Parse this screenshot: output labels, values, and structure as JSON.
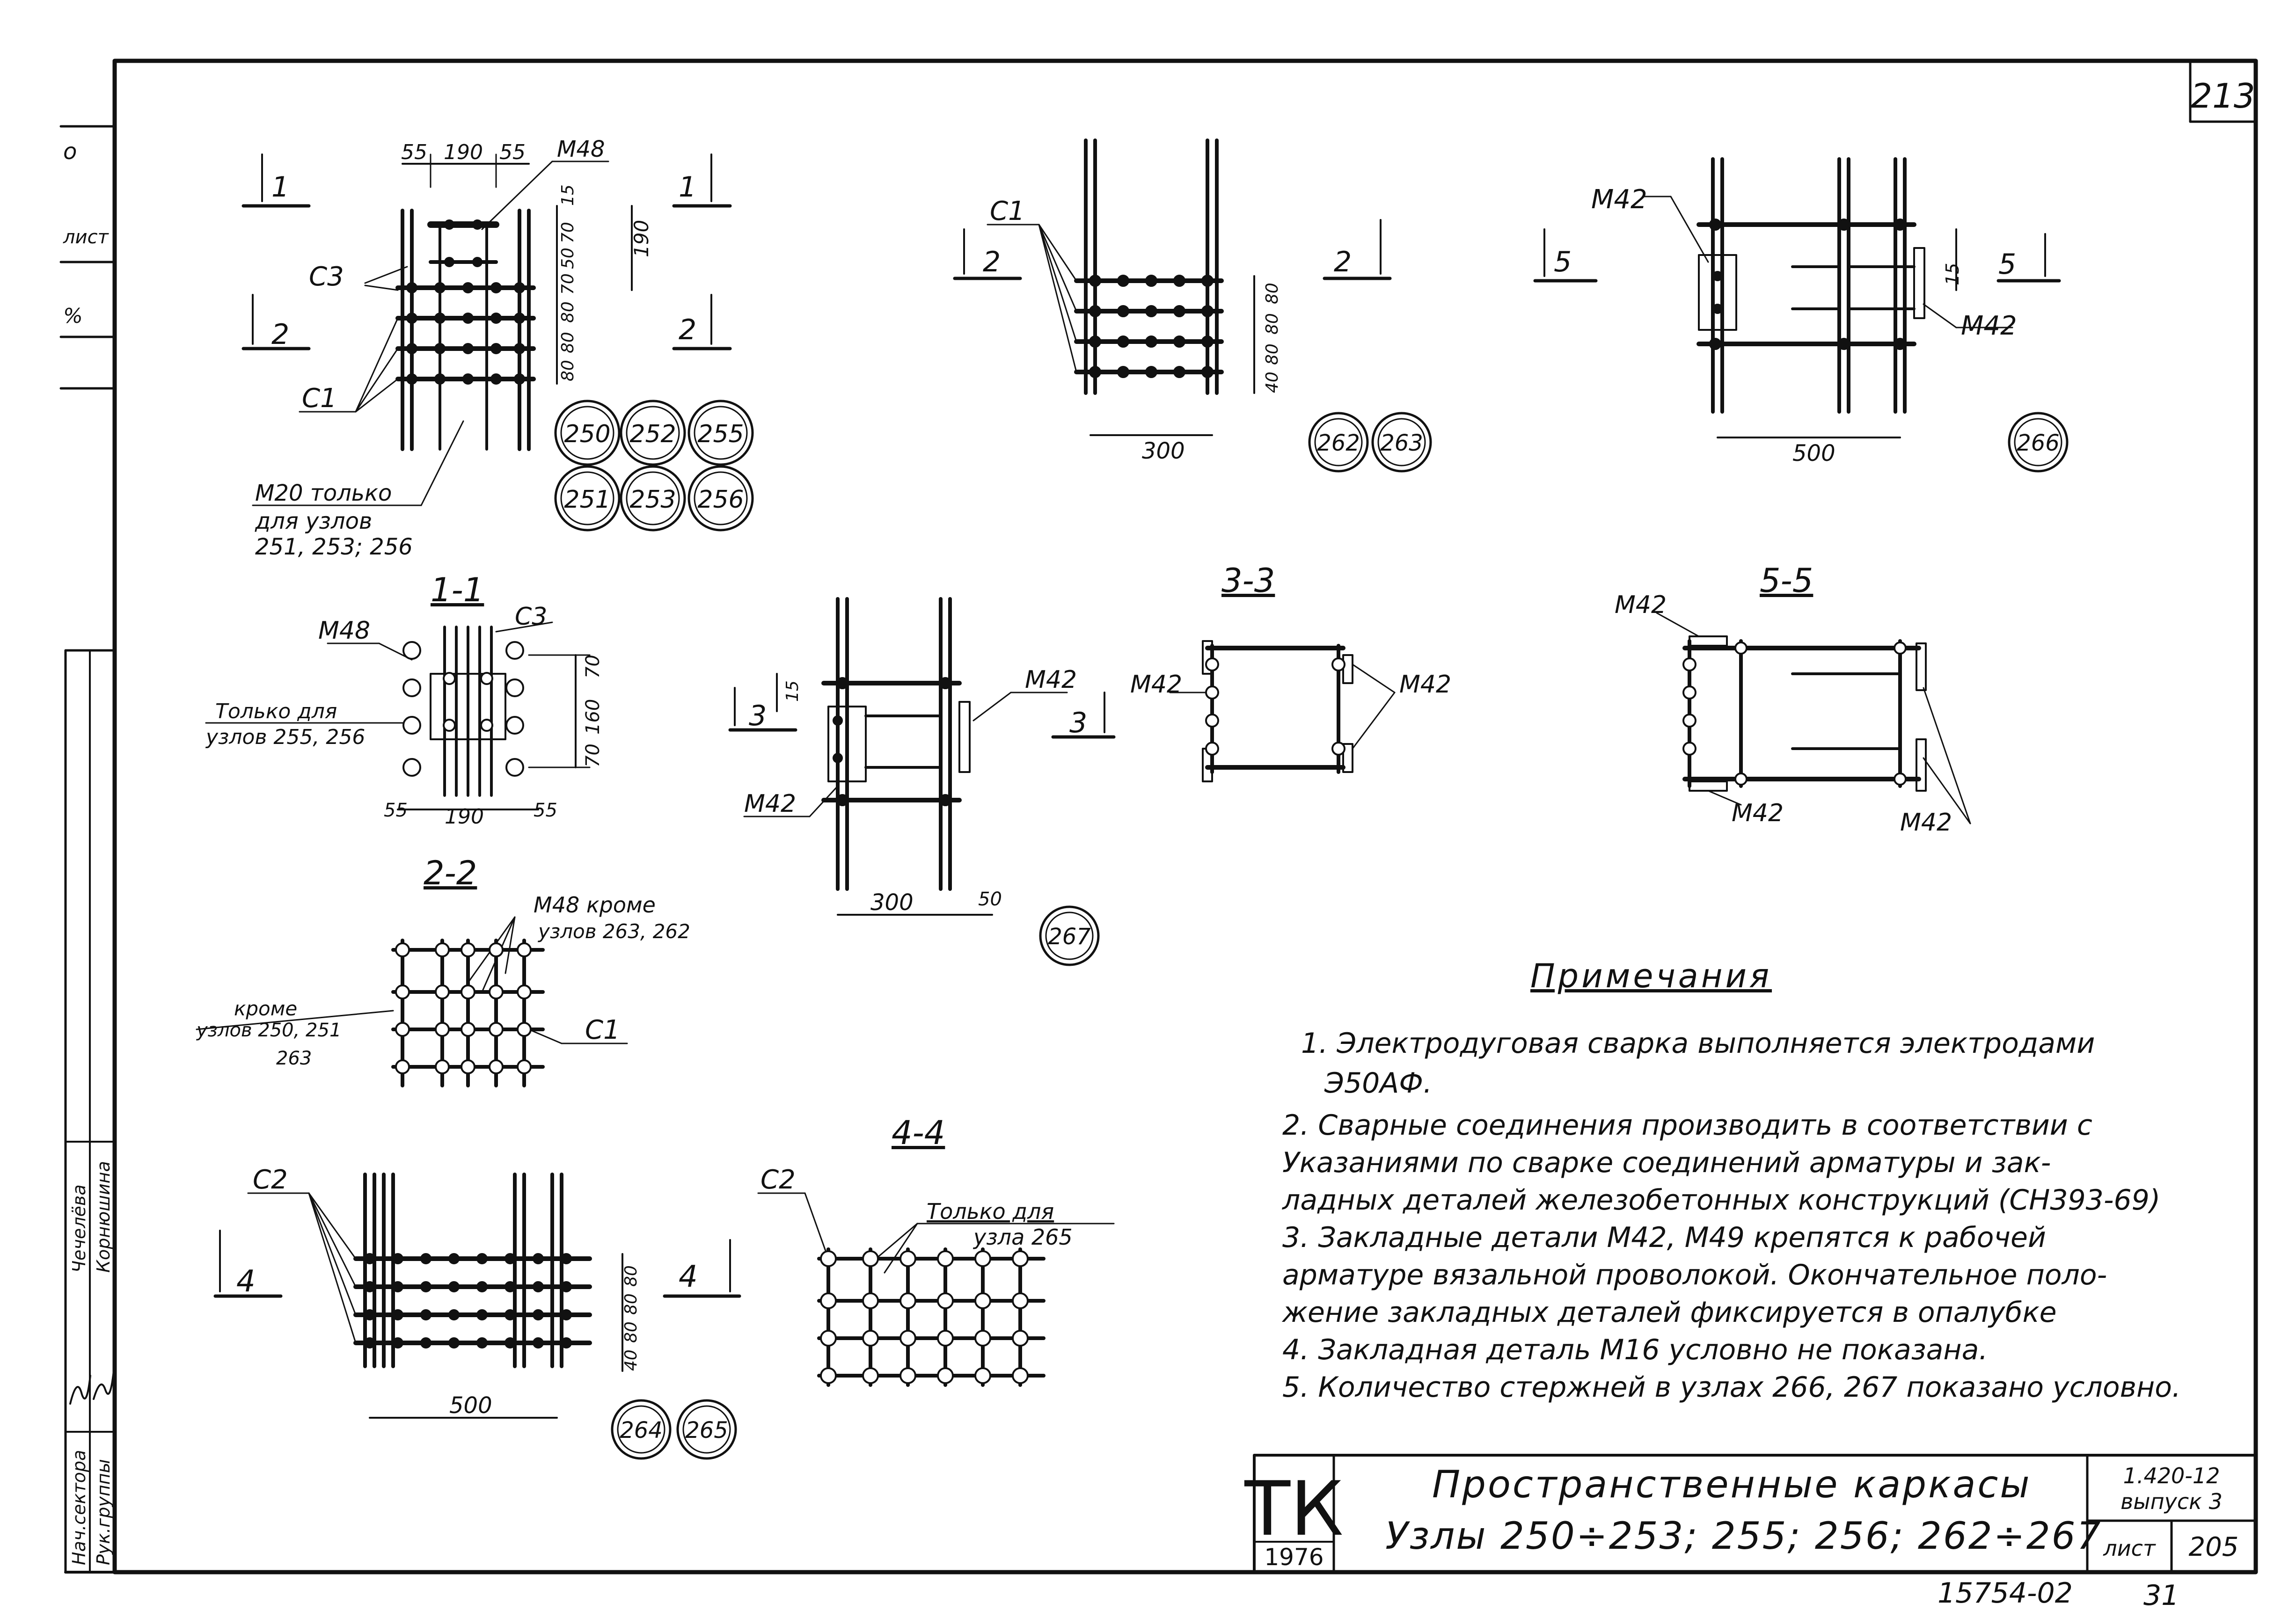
{
  "sheet": {
    "number": "213"
  },
  "left_strip": {
    "top_labels": [
      "о",
      "лист",
      "%"
    ],
    "roles": [
      "Нач.сектора",
      "Рук.группы"
    ],
    "names": [
      "Чечелёва",
      "Корнюшина"
    ]
  },
  "node_badges": [
    "250",
    "252",
    "255",
    "251",
    "253",
    "256",
    "262",
    "263",
    "266",
    "267",
    "264",
    "265"
  ],
  "views": {
    "v_top_left": {
      "dims_top": [
        "55",
        "190",
        "55"
      ],
      "dims_right": [
        "15",
        "70",
        "50",
        "70",
        "190",
        "80",
        "80",
        "80"
      ],
      "labels": [
        "М48",
        "С3",
        "С1",
        "М20 только",
        "для узлов",
        "251, 253; 256"
      ],
      "cuts": [
        "1",
        "1",
        "2",
        "2"
      ]
    },
    "v_top_mid": {
      "dims": [
        "300",
        "40",
        "80",
        "80",
        "80"
      ],
      "labels": [
        "С1"
      ],
      "cuts": [
        "2",
        "2"
      ]
    },
    "v_top_right": {
      "dims": [
        "500",
        "15"
      ],
      "labels": [
        "М42",
        "М42"
      ],
      "cuts": [
        "5",
        "5"
      ]
    },
    "s11": {
      "title": "1-1",
      "labels": [
        "М48",
        "С3",
        "Только для",
        "узлов 255, 256"
      ],
      "dims": [
        "70",
        "160",
        "70",
        "55",
        "190",
        "55"
      ]
    },
    "s22": {
      "title": "2-2",
      "labels": [
        "М48 кроме",
        "узлов 263, 262",
        "кроме",
        "узлов 250, 251",
        "263",
        "С1"
      ]
    },
    "v_mid": {
      "dims": [
        "15",
        "300",
        "50"
      ],
      "labels": [
        "М42",
        "М42"
      ],
      "cuts": [
        "3",
        "3"
      ]
    },
    "s33": {
      "title": "3-3",
      "labels": [
        "М42",
        "М42"
      ]
    },
    "s55": {
      "title": "5-5",
      "labels": [
        "М42",
        "М42",
        "М42"
      ]
    },
    "v_bottom_left": {
      "dims": [
        "500",
        "40",
        "80",
        "80",
        "80"
      ],
      "labels": [
        "С2"
      ],
      "cuts": [
        "4",
        "4"
      ]
    },
    "s44": {
      "title": "4-4",
      "labels": [
        "С2",
        "Только для",
        "узла 265"
      ]
    }
  },
  "notes": {
    "title": "Примечания",
    "lines": [
      "1. Электродуговая сварка выполняется электродами",
      "Э50АФ.",
      "2. Сварные соединения производить в соответствии с",
      "Указаниями по сварке соединений арматуры и зак-",
      "ладных деталей железобетонных конструкций (СН393-69)",
      "3. Закладные детали М42, М49 крепятся к рабочей",
      "арматуре вязальной проволокой. Окончательное поло-",
      "жение закладных деталей фиксируется в опалубке",
      "4. Закладная деталь М16 условно не показана.",
      "5. Количество стержней в узлах 266, 267 показано условно."
    ]
  },
  "title_block": {
    "logo": "ТК",
    "year": "1976",
    "title_line1": "Пространственные каркасы",
    "title_line2": "Узлы 250÷253; 255; 256; 262÷267",
    "series": "1.420-12",
    "issue": "выпуск 3",
    "sheet_label": "лист",
    "sheet_no": "205"
  },
  "footer": {
    "inventory": "15754-02",
    "page": "31"
  }
}
